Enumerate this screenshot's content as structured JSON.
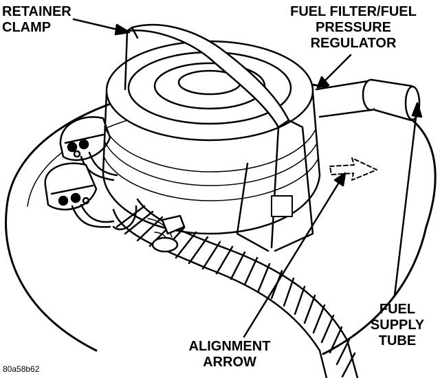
{
  "labels": {
    "retainer_clamp": [
      "RETAINER",
      "CLAMP"
    ],
    "fuel_filter_regulator": [
      "FUEL FILTER/FUEL",
      "PRESSURE",
      "REGULATOR"
    ],
    "fuel_supply_tube": [
      "FUEL",
      "SUPPLY",
      "TUBE"
    ],
    "alignment_arrow": [
      "ALIGNMENT",
      "ARROW"
    ]
  },
  "figure_code": "80a58b62",
  "colors": {
    "ink": "#000000",
    "paper": "#ffffff"
  }
}
